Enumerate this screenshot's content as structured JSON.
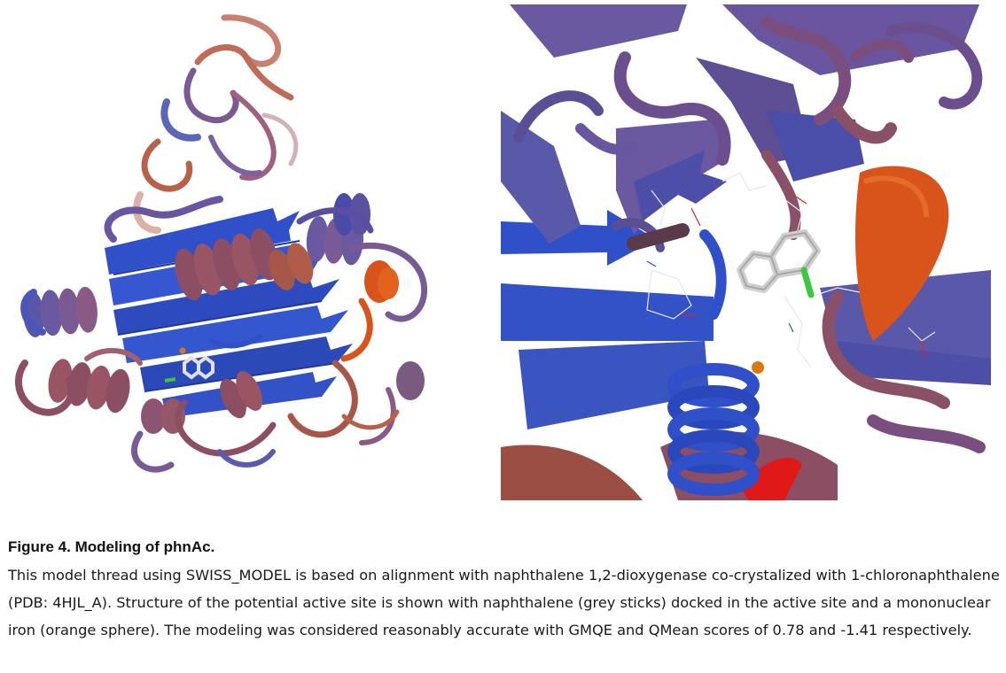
{
  "figure": {
    "title": "Figure 4. Modeling of phnAc.",
    "caption": "This model thread using SWISS_MODEL is based on alignment with naphthalene 1,2-dioxygenase co-crystalized with 1-chloronaphthalene (PDB: 4HJL_A). Structure of the potential active site is shown with naphthalene (grey sticks) docked in the active site and a mononuclear iron (orange sphere). The modeling was considered reasonably accurate with GMQE and QMean scores of 0.78 and -1.41 respectively."
  },
  "panels": {
    "left": {
      "content": "ribbon-model-overview"
    },
    "right": {
      "content": "active-site-closeup"
    }
  },
  "colors": {
    "ribbon_blue": "#2f50c8",
    "ribbon_purple": "#6a4e8e",
    "ribbon_mauve": "#8c4e62",
    "ribbon_rust": "#b85a42",
    "ribbon_orange": "#d9541a",
    "ligand_grey": "#c8c8c8",
    "iron_orange": "#d97a10",
    "chlorine_green": "#3cc83c",
    "helix_red": "#e01818"
  }
}
